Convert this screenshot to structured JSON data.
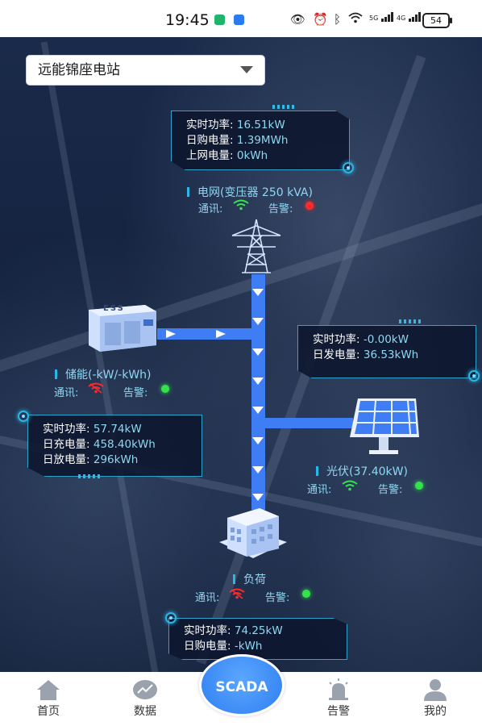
{
  "status_bar": {
    "time": "19:45",
    "network_5g": "5G",
    "network_4g": "4G",
    "battery": "54"
  },
  "station_select": {
    "value": "远能锦座电站"
  },
  "grid": {
    "panel": [
      {
        "k": "实时功率:",
        "v": "16.51kW"
      },
      {
        "k": "日购电量:",
        "v": "1.39MWh"
      },
      {
        "k": "上网电量:",
        "v": "0kWh"
      }
    ],
    "title": "电网(变压器 250 kVA)",
    "comm_label": "通讯:",
    "alarm_label": "告警:"
  },
  "storage": {
    "unit_label": "ESS",
    "title": "储能(-kW/-kWh)",
    "comm_label": "通讯:",
    "alarm_label": "告警:",
    "panel": [
      {
        "k": "实时功率:",
        "v": "57.74kW"
      },
      {
        "k": "日充电量:",
        "v": "458.40kWh"
      },
      {
        "k": "日放电量:",
        "v": "296kWh"
      }
    ]
  },
  "pv": {
    "panel": [
      {
        "k": "实时功率:",
        "v": "-0.00kW"
      },
      {
        "k": "日发电量:",
        "v": "36.53kWh"
      }
    ],
    "title": "光伏(37.40kW)",
    "comm_label": "通讯:",
    "alarm_label": "告警:"
  },
  "load": {
    "title": "负荷",
    "comm_label": "通讯:",
    "alarm_label": "告警:",
    "panel": [
      {
        "k": "实时功率:",
        "v": "74.25kW"
      },
      {
        "k": "日购电量:",
        "v": "-kWh"
      }
    ]
  },
  "nav": {
    "home": "首页",
    "data": "数据",
    "scada": "SCADA",
    "alarm": "告警",
    "mine": "我的"
  },
  "colors": {
    "accent": "#2ab7e6",
    "flow": "#3f7df5",
    "ok": "#34e34a",
    "error": "#ff2a2a"
  }
}
